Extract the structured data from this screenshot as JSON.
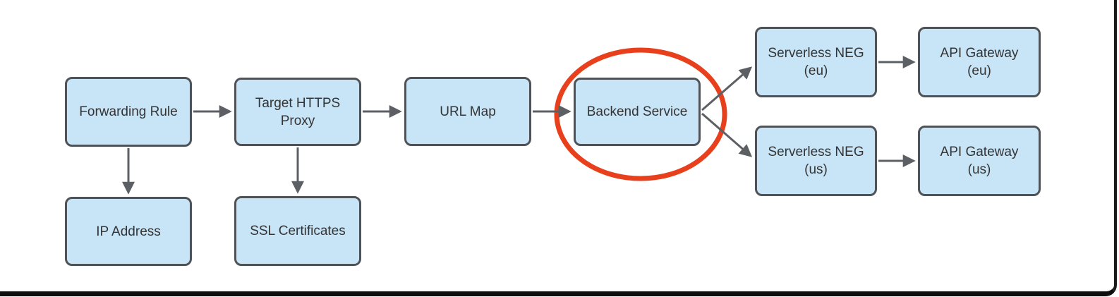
{
  "diagram": {
    "description": "Cloud HTTPS load balancer flow with Backend Service highlighted",
    "nodes": [
      {
        "id": "forwarding-rule",
        "label": "Forwarding Rule",
        "lines": [
          "Forwarding Rule"
        ]
      },
      {
        "id": "target-https-proxy",
        "label": "Target HTTPS Proxy",
        "lines": [
          "Target HTTPS",
          "Proxy"
        ]
      },
      {
        "id": "url-map",
        "label": "URL Map",
        "lines": [
          "URL Map"
        ]
      },
      {
        "id": "backend-service",
        "label": "Backend Service",
        "lines": [
          "Backend Service"
        ],
        "highlighted": true
      },
      {
        "id": "serverless-neg-eu",
        "label": "Serverless NEG (eu)",
        "lines": [
          "Serverless NEG",
          "(eu)"
        ]
      },
      {
        "id": "api-gateway-eu",
        "label": "API Gateway (eu)",
        "lines": [
          "API Gateway",
          "(eu)"
        ]
      },
      {
        "id": "serverless-neg-us",
        "label": "Serverless NEG (us)",
        "lines": [
          "Serverless NEG",
          "(us)"
        ]
      },
      {
        "id": "api-gateway-us",
        "label": "API Gateway (us)",
        "lines": [
          "API Gateway",
          "(us)"
        ]
      },
      {
        "id": "ip-address",
        "label": "IP Address",
        "lines": [
          "IP Address"
        ]
      },
      {
        "id": "ssl-certificates",
        "label": "SSL Certificates",
        "lines": [
          "SSL Certificates"
        ]
      }
    ],
    "edges": [
      {
        "from": "forwarding-rule",
        "to": "target-https-proxy"
      },
      {
        "from": "target-https-proxy",
        "to": "url-map"
      },
      {
        "from": "url-map",
        "to": "backend-service"
      },
      {
        "from": "backend-service",
        "to": "serverless-neg-eu"
      },
      {
        "from": "backend-service",
        "to": "serverless-neg-us"
      },
      {
        "from": "serverless-neg-eu",
        "to": "api-gateway-eu"
      },
      {
        "from": "serverless-neg-us",
        "to": "api-gateway-us"
      },
      {
        "from": "forwarding-rule",
        "to": "ip-address"
      },
      {
        "from": "target-https-proxy",
        "to": "ssl-certificates"
      }
    ],
    "highlight": {
      "shape": "ellipse",
      "around": "backend-service",
      "color": "#e8401c"
    }
  },
  "colors": {
    "background": "#ffffff",
    "node_fill": "#c8e4f7",
    "node_border": "#4f5357",
    "arrow": "#5c6064",
    "text": "#343434",
    "highlight_ellipse": "#e8401c",
    "frame": "#111111"
  }
}
